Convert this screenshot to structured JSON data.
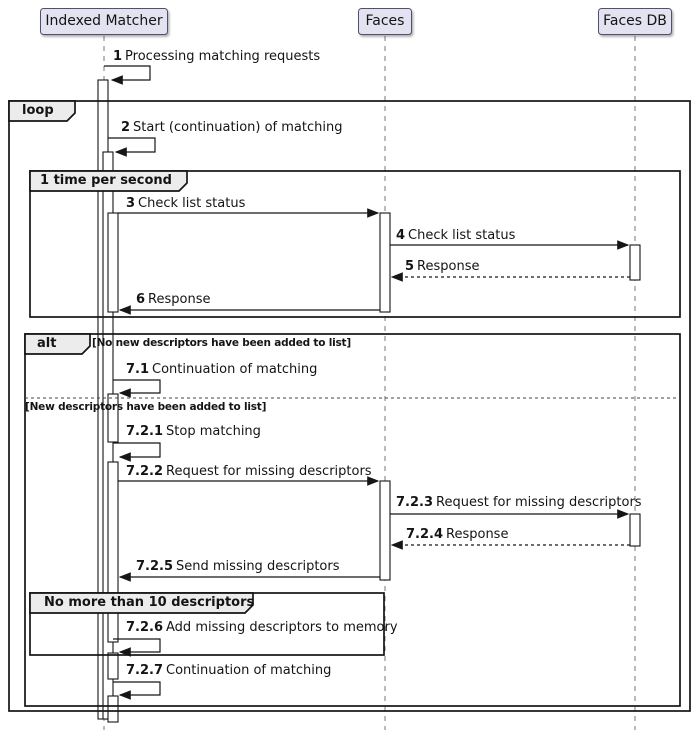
{
  "diagram": {
    "type": "uml-sequence-diagram",
    "participants": [
      {
        "name": "Indexed Matcher"
      },
      {
        "name": "Faces"
      },
      {
        "name": "Faces DB"
      }
    ],
    "frames": [
      {
        "type": "loop",
        "label": "loop"
      },
      {
        "type": "group",
        "label": "1 time per second"
      },
      {
        "type": "alt",
        "label": "alt",
        "guards": [
          "[No new descriptors have been added to list]",
          "[New descriptors have been added to list]"
        ]
      },
      {
        "type": "group",
        "label": "No more than 10 descriptors"
      }
    ],
    "messages": [
      {
        "num": "1",
        "text": "Processing matching requests",
        "from": "Indexed Matcher",
        "to": "Indexed Matcher",
        "kind": "self"
      },
      {
        "num": "2",
        "text": "Start (continuation) of matching",
        "from": "Indexed Matcher",
        "to": "Indexed Matcher",
        "kind": "self"
      },
      {
        "num": "3",
        "text": "Check list status",
        "from": "Indexed Matcher",
        "to": "Faces",
        "kind": "sync"
      },
      {
        "num": "4",
        "text": "Check list status",
        "from": "Faces",
        "to": "Faces DB",
        "kind": "sync"
      },
      {
        "num": "5",
        "text": "Response",
        "from": "Faces DB",
        "to": "Faces",
        "kind": "return"
      },
      {
        "num": "6",
        "text": "Response",
        "from": "Faces",
        "to": "Indexed Matcher",
        "kind": "sync"
      },
      {
        "num": "7.1",
        "text": "Continuation of matching",
        "from": "Indexed Matcher",
        "to": "Indexed Matcher",
        "kind": "self"
      },
      {
        "num": "7.2.1",
        "text": "Stop matching",
        "from": "Indexed Matcher",
        "to": "Indexed Matcher",
        "kind": "self"
      },
      {
        "num": "7.2.2",
        "text": "Request for missing descriptors",
        "from": "Indexed Matcher",
        "to": "Faces",
        "kind": "sync"
      },
      {
        "num": "7.2.3",
        "text": "Request for missing descriptors",
        "from": "Faces",
        "to": "Faces DB",
        "kind": "sync"
      },
      {
        "num": "7.2.4",
        "text": "Response",
        "from": "Faces DB",
        "to": "Faces",
        "kind": "return"
      },
      {
        "num": "7.2.5",
        "text": "Send missing descriptors",
        "from": "Faces",
        "to": "Indexed Matcher",
        "kind": "sync"
      },
      {
        "num": "7.2.6",
        "text": "Add missing descriptors to memory",
        "from": "Indexed Matcher",
        "to": "Indexed Matcher",
        "kind": "self"
      },
      {
        "num": "7.2.7",
        "text": "Continuation of matching",
        "from": "Indexed Matcher",
        "to": "Indexed Matcher",
        "kind": "self"
      }
    ],
    "colors": {
      "background": "#FFFFFF",
      "participant_fill": "#E2E2F0",
      "participant_border": "#50506E",
      "frame_border": "#141414",
      "frame_tab_fill": "#ECECEC",
      "message_line": "#161616",
      "lifeline": "#777777"
    }
  }
}
